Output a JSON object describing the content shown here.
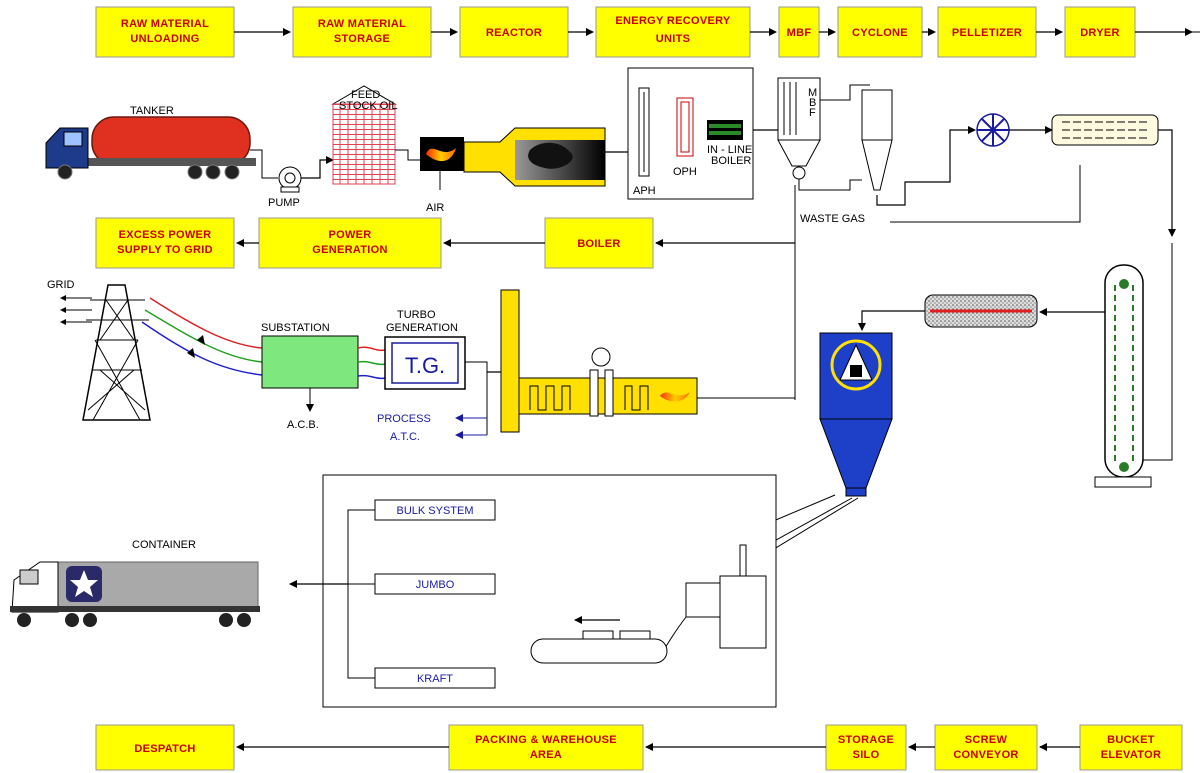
{
  "process_boxes": {
    "raw_material_unloading": [
      "RAW MATERIAL",
      "UNLOADING"
    ],
    "raw_material_storage": [
      "RAW MATERIAL",
      "STORAGE"
    ],
    "reactor": [
      "REACTOR"
    ],
    "energy_recovery_units": [
      "ENERGY RECOVERY",
      "UNITS"
    ],
    "mbf": [
      "MBF"
    ],
    "cyclone": [
      "CYCLONE"
    ],
    "pelletizer": [
      "PELLETIZER"
    ],
    "dryer": [
      "DRYER"
    ],
    "excess_power": [
      "EXCESS POWER",
      "SUPPLY TO GRID"
    ],
    "power_generation": [
      "POWER",
      "GENERATION"
    ],
    "boiler": [
      "BOILER"
    ],
    "despatch": [
      "DESPATCH"
    ],
    "packing_warehouse": [
      "PACKING & WAREHOUSE",
      "AREA"
    ],
    "storage_silo": [
      "STORAGE",
      "SILO"
    ],
    "screw_conveyor": [
      "SCREW",
      "CONVEYOR"
    ],
    "bucket_elevator": [
      "BUCKET",
      "ELEVATOR"
    ]
  },
  "labels": {
    "tanker": "TANKER",
    "feed_stock_oil": [
      "FEED",
      "STOCK OIL"
    ],
    "pump": "PUMP",
    "air": "AIR",
    "aph": "APH",
    "oph": "OPH",
    "inline_boiler": [
      "IN - LINE",
      "BOILER"
    ],
    "mbf_vertical": [
      "M",
      "B",
      "F"
    ],
    "waste_gas": "WASTE GAS",
    "grid": "GRID",
    "substation": "SUBSTATION",
    "turbo_generation": [
      "TURBO",
      "GENERATION"
    ],
    "tg": "T.G.",
    "acb": "A.C.B.",
    "process": "PROCESS",
    "atc": "A.T.C.",
    "container": "CONTAINER",
    "bulk_system": "BULK SYSTEM",
    "jumbo": "JUMBO",
    "kraft": "KRAFT"
  },
  "colors": {
    "box_fill": "#ffff00",
    "box_text": "#c80000",
    "tanker": "#e03020",
    "truck_cab": "#1e3a8a",
    "substation": "#7ee87e",
    "silo": "#1e3fc8",
    "elevator": "#2a7a2a",
    "grid_red": "#e02020",
    "grid_green": "#20a020",
    "grid_blue": "#2020d0"
  }
}
